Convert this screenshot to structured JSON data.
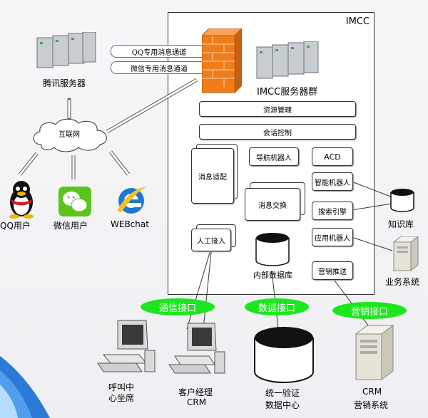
{
  "imcc_label": "IMCC",
  "tencent_servers": "腾讯服务器",
  "qq_channel": "QQ专用消息通道",
  "wechat_channel": "微信专用消息通道",
  "internet": "互联网",
  "imcc_cluster": "IMCC服务器群",
  "resource_mgmt": "资源管理",
  "session_ctrl": "会话控制",
  "msg_adapter": "消息适配",
  "nav_robot": "导航机器人",
  "acd": "ACD",
  "smart_robot": "智能机器人",
  "msg_exchange": "消息交换",
  "search_engine": "搜索引擎",
  "manual_access": "人工接入",
  "app_robot": "应用机器人",
  "internal_db": "内部数据库",
  "marketing_push": "营销推送",
  "knowledge_base": "知识库",
  "business_system": "业务系统",
  "qq_user": "QQ用户",
  "wechat_user": "微信用户",
  "webchat": "WEBchat",
  "comm_interface": "通信接口",
  "data_interface": "数据接口",
  "marketing_interface": "营销接口",
  "call_center": "呼叫中心坐席",
  "account_manager_1": "客户经理",
  "account_manager_2": "CRM",
  "unified_auth_1": "统一验证",
  "unified_auth_2": "数据中心",
  "crm_1": "CRM",
  "crm_2": "营销系统"
}
